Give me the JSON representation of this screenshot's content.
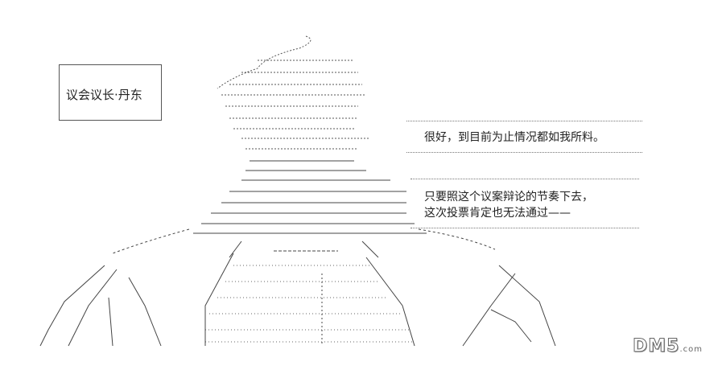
{
  "name_box": {
    "text": "议会议长·丹东"
  },
  "speech": {
    "line1": "很好，到目前为止情况都如我所料。",
    "line2": "只要照这个议案辩论的节奏下去，",
    "line3": "这次投票肯定也无法通过——"
  },
  "watermark": {
    "text": "DM5",
    "suffix": ".com"
  }
}
